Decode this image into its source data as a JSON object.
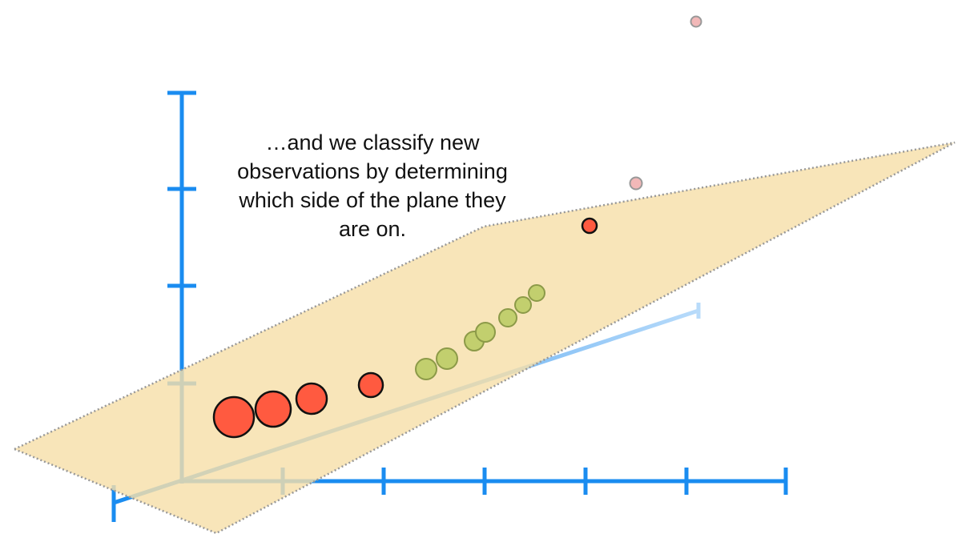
{
  "caption": {
    "lines": [
      "…and we classify new",
      "observations by determining",
      "which side of the plane they",
      "are on."
    ]
  },
  "colors": {
    "axis": "#1a8cf0",
    "depth_axis_far": "#b8dbfa",
    "plane_fill": "#f7dfaa",
    "plane_edge": "#999999",
    "class_red": "#ff5a40",
    "class_green": "#c2cf6e",
    "new_observation_faded": "#f2b8b8",
    "outline": "#111111"
  },
  "legend": null
}
